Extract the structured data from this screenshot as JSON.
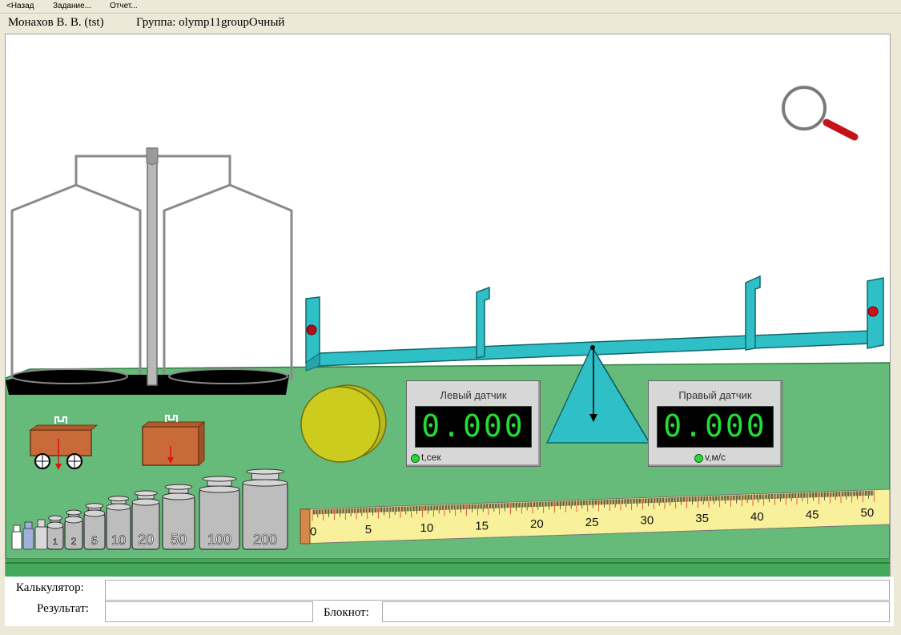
{
  "menu": {
    "back": "<Назад",
    "task": "Задание...",
    "report": "Отчет..."
  },
  "user": {
    "name": "Монахов В. В. (tst)",
    "group": "Группа: olymp11groupОчный"
  },
  "sensors": {
    "left": {
      "title": "Левый датчик",
      "value": "0.000",
      "unit": "t,сек"
    },
    "right": {
      "title": "Правый датчик",
      "value": "0.000",
      "unit": "v,м/с"
    }
  },
  "weights": [
    "1",
    "2",
    "5",
    "10",
    "20",
    "50",
    "100",
    "200"
  ],
  "ruler": {
    "labels": [
      "0",
      "5",
      "10",
      "15",
      "20",
      "25",
      "30",
      "35",
      "40",
      "45",
      "50"
    ]
  },
  "form": {
    "calculator_label": "Калькулятор:",
    "result_label": "Результат:",
    "notepad_label": "Блокнот:",
    "calculator_value": "",
    "result_value": "",
    "notepad_value": ""
  },
  "colors": {
    "table": "#66bb7a",
    "beam": "#2fbfc6",
    "box": "#c86a3a",
    "coin": "#cccc1e",
    "lcd_bg": "#000000",
    "lcd_fg": "#22dd33",
    "magnifier_handle": "#c4141a"
  },
  "icons": {
    "magnifier": "magnifier-icon"
  }
}
